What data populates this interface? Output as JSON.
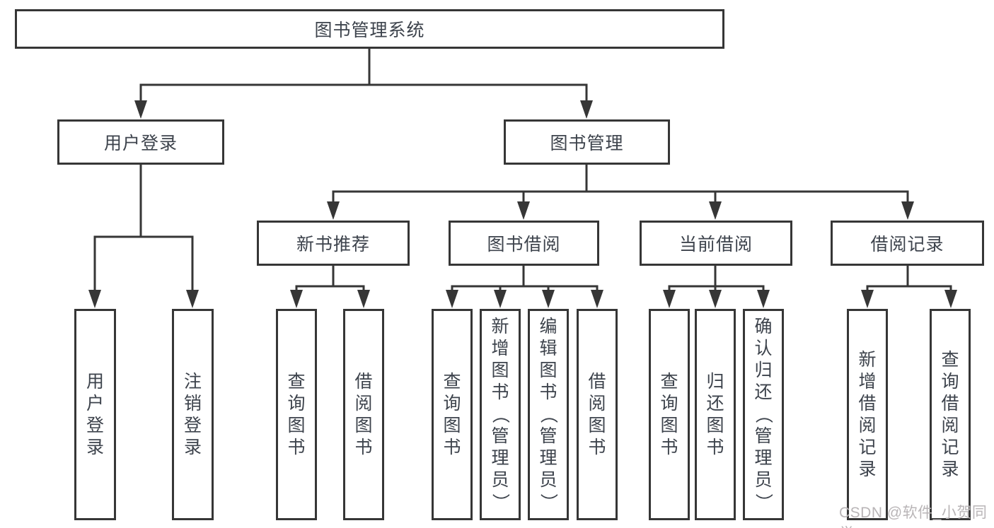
{
  "nodes": {
    "root": "图书管理系统",
    "user_login": "用户登录",
    "book_mgmt": "图书管理",
    "new_book_rec": "新书推荐",
    "book_borrow": "图书借阅",
    "current_borrow": "当前借阅",
    "borrow_record": "借阅记录",
    "leaf_user_login": "用户登录",
    "leaf_logout": "注销登录",
    "leaf_rec_query_book": "查询图书",
    "leaf_rec_borrow_book": "借阅图书",
    "leaf_bb_query_book": "查询图书",
    "leaf_bb_add_book_admin": "新增图书（管理员）",
    "leaf_bb_edit_book_admin": "编辑图书（管理员）",
    "leaf_bb_borrow_book": "借阅图书",
    "leaf_cb_query_book": "查询图书",
    "leaf_cb_return_book": "归还图书",
    "leaf_cb_confirm_return_admin": "确认归还（管理员）",
    "leaf_br_add_record": "新增借阅记录",
    "leaf_br_query_record": "查询借阅记录"
  },
  "watermark": {
    "text": "CSDN @软件_小贺同学"
  },
  "colors": {
    "line": "#363636",
    "text": "#3d434c",
    "background": "#ffffff",
    "watermark": "#b9b5b7"
  }
}
